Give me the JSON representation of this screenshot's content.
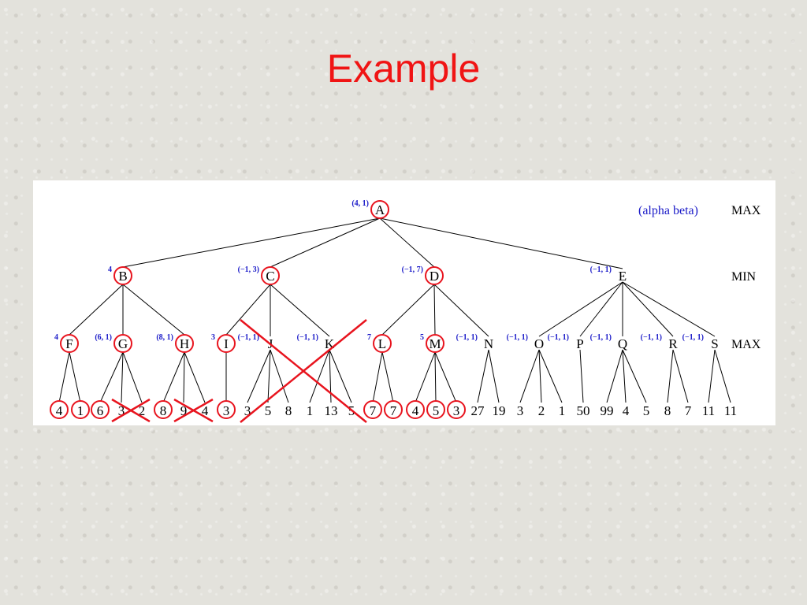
{
  "slide": {
    "title": "Example"
  },
  "legend": {
    "label": "(alpha beta)",
    "color": "#1a1ac8"
  },
  "colors": {
    "highlight": "#e8141e",
    "line": "#000000",
    "annotation": "#1a1ac8"
  },
  "levels": [
    {
      "id": "l0",
      "label": "MAX"
    },
    {
      "id": "l1",
      "label": "MIN"
    },
    {
      "id": "l2",
      "label": "MAX"
    }
  ],
  "nodes": [
    {
      "id": "A",
      "label": "A",
      "level": 0,
      "annot": "(4, 1)",
      "circled": true
    },
    {
      "id": "B",
      "label": "B",
      "level": 1,
      "parent": "A",
      "annot": "4",
      "circled": true
    },
    {
      "id": "C",
      "label": "C",
      "level": 1,
      "parent": "A",
      "annot": "(−1, 3)",
      "circled": true
    },
    {
      "id": "D",
      "label": "D",
      "level": 1,
      "parent": "A",
      "annot": "(−1, 7)",
      "circled": true
    },
    {
      "id": "E",
      "label": "E",
      "level": 1,
      "parent": "A",
      "annot": "(−1, 1)",
      "circled": false
    },
    {
      "id": "F",
      "label": "F",
      "level": 2,
      "parent": "B",
      "annot": "4",
      "circled": true
    },
    {
      "id": "G",
      "label": "G",
      "level": 2,
      "parent": "B",
      "annot": "(6, 1)",
      "circled": true
    },
    {
      "id": "H",
      "label": "H",
      "level": 2,
      "parent": "B",
      "annot": "(8, 1)",
      "circled": true
    },
    {
      "id": "I",
      "label": "I",
      "level": 2,
      "parent": "C",
      "annot": "3",
      "circled": true
    },
    {
      "id": "J",
      "label": "J",
      "level": 2,
      "parent": "C",
      "annot": "(−1, 1)",
      "circled": false
    },
    {
      "id": "K",
      "label": "K",
      "level": 2,
      "parent": "C",
      "annot": "(−1, 1)",
      "circled": false
    },
    {
      "id": "L",
      "label": "L",
      "level": 2,
      "parent": "D",
      "annot": "7",
      "circled": true
    },
    {
      "id": "M",
      "label": "M",
      "level": 2,
      "parent": "D",
      "annot": "5",
      "circled": true
    },
    {
      "id": "N",
      "label": "N",
      "level": 2,
      "parent": "D",
      "annot": "(−1, 1)",
      "circled": false
    },
    {
      "id": "O",
      "label": "O",
      "level": 2,
      "parent": "E",
      "annot": "(−1, 1)",
      "circled": false
    },
    {
      "id": "P",
      "label": "P",
      "level": 2,
      "parent": "E",
      "annot": "(−1, 1)",
      "circled": false
    },
    {
      "id": "Q",
      "label": "Q",
      "level": 2,
      "parent": "E",
      "annot": "(−1, 1)",
      "circled": false
    },
    {
      "id": "R",
      "label": "R",
      "level": 2,
      "parent": "E",
      "annot": "(−1, 1)",
      "circled": false
    },
    {
      "id": "S",
      "label": "S",
      "level": 2,
      "parent": "E",
      "annot": "(−1, 1)",
      "circled": false
    }
  ],
  "leaves": [
    {
      "id": "F1",
      "parent": "F",
      "value": "4",
      "circled": true
    },
    {
      "id": "F2",
      "parent": "F",
      "value": "1",
      "circled": true
    },
    {
      "id": "G1",
      "parent": "G",
      "value": "6",
      "circled": true
    },
    {
      "id": "G2",
      "parent": "G",
      "value": "3",
      "circled": false
    },
    {
      "id": "G3",
      "parent": "G",
      "value": "2",
      "circled": false
    },
    {
      "id": "H1",
      "parent": "H",
      "value": "8",
      "circled": true
    },
    {
      "id": "H2",
      "parent": "H",
      "value": "9",
      "circled": false
    },
    {
      "id": "H3",
      "parent": "H",
      "value": "4",
      "circled": false
    },
    {
      "id": "I1",
      "parent": "I",
      "value": "3",
      "circled": true
    },
    {
      "id": "J1",
      "parent": "J",
      "value": "3",
      "circled": false
    },
    {
      "id": "J2",
      "parent": "J",
      "value": "5",
      "circled": false
    },
    {
      "id": "J3",
      "parent": "J",
      "value": "8",
      "circled": false
    },
    {
      "id": "K1",
      "parent": "K",
      "value": "1",
      "circled": false
    },
    {
      "id": "K2",
      "parent": "K",
      "value": "13",
      "circled": false
    },
    {
      "id": "K3",
      "parent": "K",
      "value": "5",
      "circled": false
    },
    {
      "id": "L1",
      "parent": "L",
      "value": "7",
      "circled": true
    },
    {
      "id": "L2",
      "parent": "L",
      "value": "7",
      "circled": true
    },
    {
      "id": "M1",
      "parent": "M",
      "value": "4",
      "circled": true
    },
    {
      "id": "M2",
      "parent": "M",
      "value": "5",
      "circled": true
    },
    {
      "id": "M3",
      "parent": "M",
      "value": "3",
      "circled": true
    },
    {
      "id": "N1",
      "parent": "N",
      "value": "27",
      "circled": false
    },
    {
      "id": "N2",
      "parent": "N",
      "value": "19",
      "circled": false
    },
    {
      "id": "O1",
      "parent": "O",
      "value": "3",
      "circled": false
    },
    {
      "id": "O2",
      "parent": "O",
      "value": "2",
      "circled": false
    },
    {
      "id": "O3",
      "parent": "O",
      "value": "1",
      "circled": false
    },
    {
      "id": "P1",
      "parent": "P",
      "value": "50",
      "circled": false
    },
    {
      "id": "Q1",
      "parent": "Q",
      "value": "99",
      "circled": false
    },
    {
      "id": "Q2",
      "parent": "Q",
      "value": "4",
      "circled": false
    },
    {
      "id": "Q3",
      "parent": "Q",
      "value": "5",
      "circled": false
    },
    {
      "id": "R1",
      "parent": "R",
      "value": "8",
      "circled": false
    },
    {
      "id": "R2",
      "parent": "R",
      "value": "7",
      "circled": false
    },
    {
      "id": "S1",
      "parent": "S",
      "value": "11",
      "circled": false
    },
    {
      "id": "S2",
      "parent": "S",
      "value": "11",
      "circled": false
    }
  ],
  "crossouts": [
    {
      "id": "G-pruned",
      "covers": [
        "G2",
        "G3"
      ],
      "style": "small"
    },
    {
      "id": "H-pruned",
      "covers": [
        "H2",
        "H3"
      ],
      "style": "small"
    },
    {
      "id": "JK-pruned",
      "covers": [
        "J",
        "K"
      ],
      "style": "large"
    }
  ]
}
